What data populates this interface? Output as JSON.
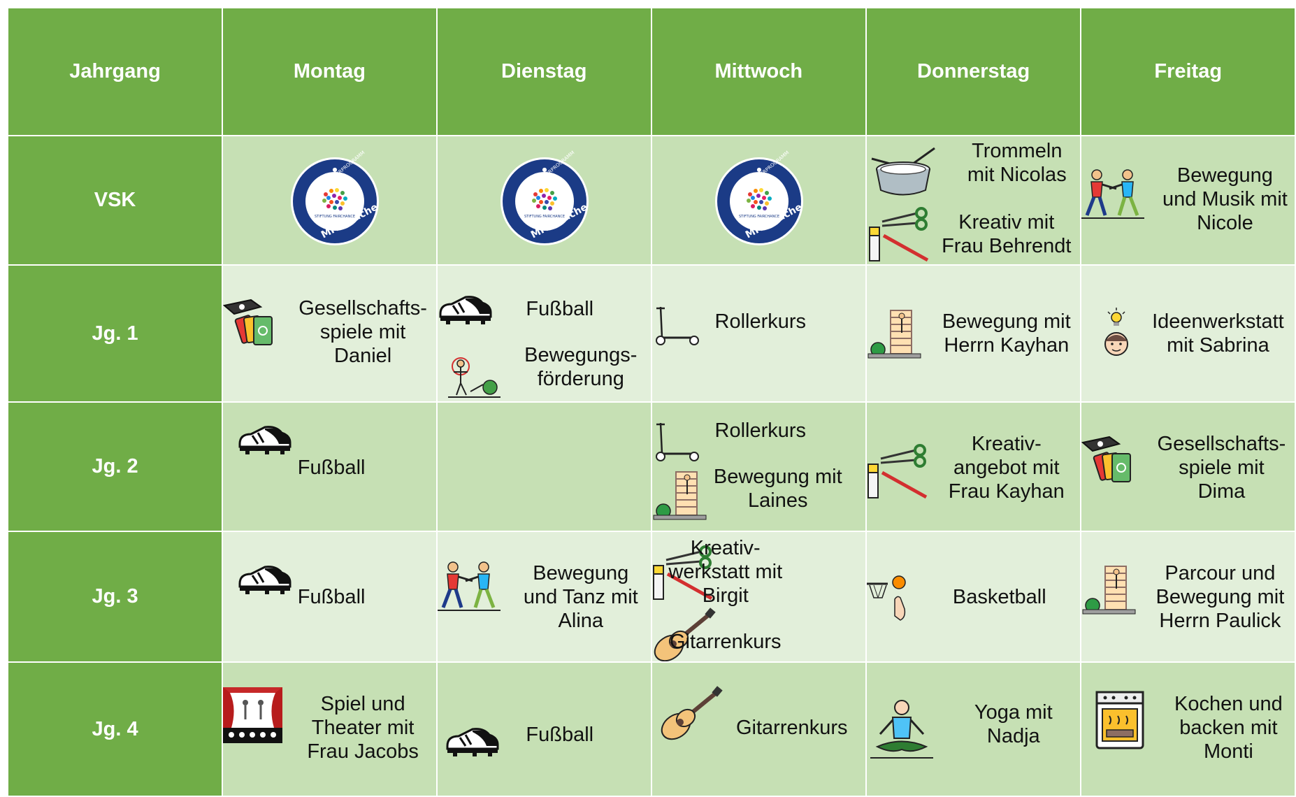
{
  "table": {
    "headers": [
      "Jahrgang",
      "Montag",
      "Dienstag",
      "Mittwoch",
      "Donnerstag",
      "Freitag"
    ],
    "rows": [
      {
        "label": "VSK",
        "cells": [
          [
            {
              "icon": "mitsprache-logo-icon",
              "logo_text": "SPRACHFÖRDERPROGRAMM",
              "logo_name": "MITsprache",
              "logo_foot": "STIFTUNG FAIRCHANCE"
            }
          ],
          [
            {
              "icon": "mitsprache-logo-icon",
              "logo_text": "SPRACHFÖRDERPROGRAMM",
              "logo_name": "MITsprache",
              "logo_foot": "STIFTUNG FAIRCHANCE"
            }
          ],
          [
            {
              "icon": "mitsprache-logo-icon",
              "logo_text": "SPRACHFÖRDERPROGRAMM",
              "logo_name": "MITsprache",
              "logo_foot": "STIFTUNG FAIRCHANCE"
            }
          ],
          [
            {
              "icon": "drum-icon",
              "text": "Trommeln\nmit Nicolas"
            },
            {
              "icon": "scissors-glue-icon",
              "text": "Kreativ mit\nFrau Behrendt"
            }
          ],
          [
            {
              "icon": "dancing-people-icon",
              "text": "Bewegung\nund Musik mit\nNicole"
            }
          ]
        ]
      },
      {
        "label": "Jg. 1",
        "cells": [
          [
            {
              "icon": "board-game-cards-icon",
              "text": "Gesellschafts-\nspiele mit\nDaniel"
            }
          ],
          [
            {
              "icon": "football-boot-icon",
              "text": "Fußball"
            },
            {
              "icon": "exercise-ball-icon",
              "text": "Bewegungs-\nförderung"
            }
          ],
          [
            {
              "icon": "scooter-icon",
              "text": "Rollerkurs"
            }
          ],
          [
            {
              "icon": "wall-bars-icon",
              "text": "Bewegung mit\nHerrn Kayhan"
            }
          ],
          [
            {
              "icon": "idea-bulb-icon",
              "text": "Ideenwerkstatt\nmit Sabrina"
            }
          ]
        ]
      },
      {
        "label": "Jg. 2",
        "cells": [
          [
            {
              "icon": "football-boot-icon",
              "text": "Fußball"
            }
          ],
          [],
          [
            {
              "icon": "scooter-icon",
              "text": "Rollerkurs"
            },
            {
              "icon": "wall-bars-icon",
              "text": "Bewegung mit\nLaines"
            }
          ],
          [
            {
              "icon": "scissors-glue-icon",
              "text": "Kreativ-\nangebot mit\nFrau Kayhan"
            }
          ],
          [
            {
              "icon": "board-game-cards-icon",
              "text": "Gesellschafts-\nspiele mit\nDima"
            }
          ]
        ]
      },
      {
        "label": "Jg. 3",
        "cells": [
          [
            {
              "icon": "football-boot-icon",
              "text": "Fußball"
            }
          ],
          [
            {
              "icon": "dancing-people-icon",
              "text": "Bewegung\nund Tanz mit\nAlina"
            }
          ],
          [
            {
              "icon": "scissors-glue-icon",
              "text": "Kreativ-\nwerkstatt mit\nBirgit"
            },
            {
              "icon": "guitar-icon",
              "text": "Gitarrenkurs"
            }
          ],
          [
            {
              "icon": "basketball-hoop-icon",
              "text": "Basketball"
            }
          ],
          [
            {
              "icon": "wall-bars-icon",
              "text": "Parcour und\nBewegung mit\nHerrn Paulick"
            }
          ]
        ]
      },
      {
        "label": "Jg. 4",
        "cells": [
          [
            {
              "icon": "theater-stage-icon",
              "text": "Spiel und\nTheater mit\nFrau Jacobs"
            }
          ],
          [
            {
              "icon": "football-boot-icon",
              "text": "Fußball"
            }
          ],
          [
            {
              "icon": "guitar-icon",
              "text": "Gitarrenkurs"
            }
          ],
          [
            {
              "icon": "yoga-person-icon",
              "text": "Yoga mit\nNadja"
            }
          ],
          [
            {
              "icon": "oven-icon",
              "text": "Kochen und\nbacken mit\nMonti"
            }
          ]
        ]
      }
    ]
  }
}
